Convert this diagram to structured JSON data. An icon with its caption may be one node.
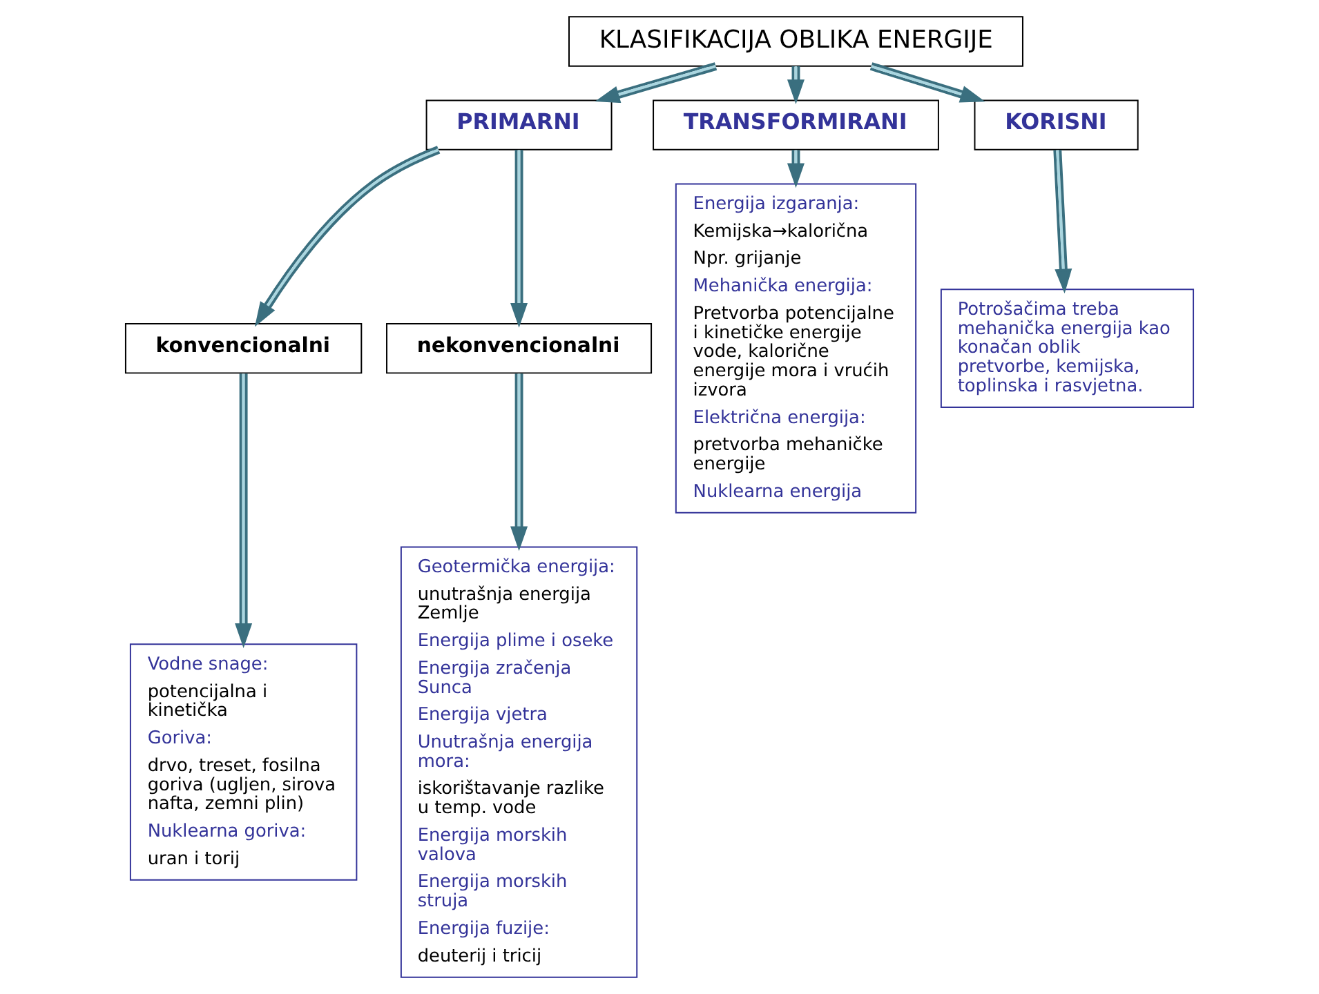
{
  "diagram": {
    "nodes": [
      {
        "text": [
          "KLASIFIKACIJA OBLIKA ENERGIJE"
        ]
      },
      {
        "text": [
          "PRIMARNI"
        ]
      },
      {
        "text": [
          "TRANSFORMIRANI"
        ]
      },
      {
        "text": [
          "KORISNI"
        ]
      },
      {
        "text": [
          "konvencionalni"
        ]
      },
      {
        "text": [
          "nekonvencionalni"
        ]
      },
      {
        "text": [
          "Vodne snage:",
          "potencijalna i kinetička",
          "Goriva:",
          "drvo, treset, fosilna goriva (ugljen, sirova nafta, zemni plin)",
          "Nuklearna goriva:",
          "uran i torij"
        ]
      },
      {
        "text": [
          "Geotermička energija:",
          "unutrašnja energija Zemlje",
          "Energija plime i oseke",
          "Energija zračenja Sunca",
          "Energija vjetra",
          "Unutrašnja energija mora:",
          "iskorištavanje razlike u temp. vode",
          "Energija morskih valova",
          "Energija morskih struja",
          "Energija fuzije:",
          "deuterij i tricij"
        ]
      },
      {
        "text": [
          "Energija izgaranja:",
          "Kemijska→kalorična",
          "Npr. grijanje",
          "Mehanička energija:",
          "Pretvorba potencijalne i kinetičke energije vode, kalorične energije mora i vrućih izvora",
          "Električna energija:",
          "pretvorba mehaničke energije",
          "Nuklearna energija"
        ]
      },
      {
        "text": [
          "Potrošačima treba mehanička energija kao konačan oblik pretvorbe, kemijska, toplinska i rasvjetna."
        ]
      }
    ],
    "edges": [
      {
        "from": 0,
        "to": 1,
        "arrow": "to"
      },
      {
        "from": 0,
        "to": 2,
        "arrow": "to"
      },
      {
        "from": 0,
        "to": 3,
        "arrow": "to"
      },
      {
        "from": 1,
        "to": 4,
        "arrow": "to"
      },
      {
        "from": 1,
        "to": 5,
        "arrow": "to"
      },
      {
        "from": 4,
        "to": 6,
        "arrow": "to"
      },
      {
        "from": 5,
        "to": 7,
        "arrow": "to"
      },
      {
        "from": 2,
        "to": 8,
        "arrow": "to"
      },
      {
        "from": 3,
        "to": 9,
        "arrow": "to"
      }
    ]
  }
}
